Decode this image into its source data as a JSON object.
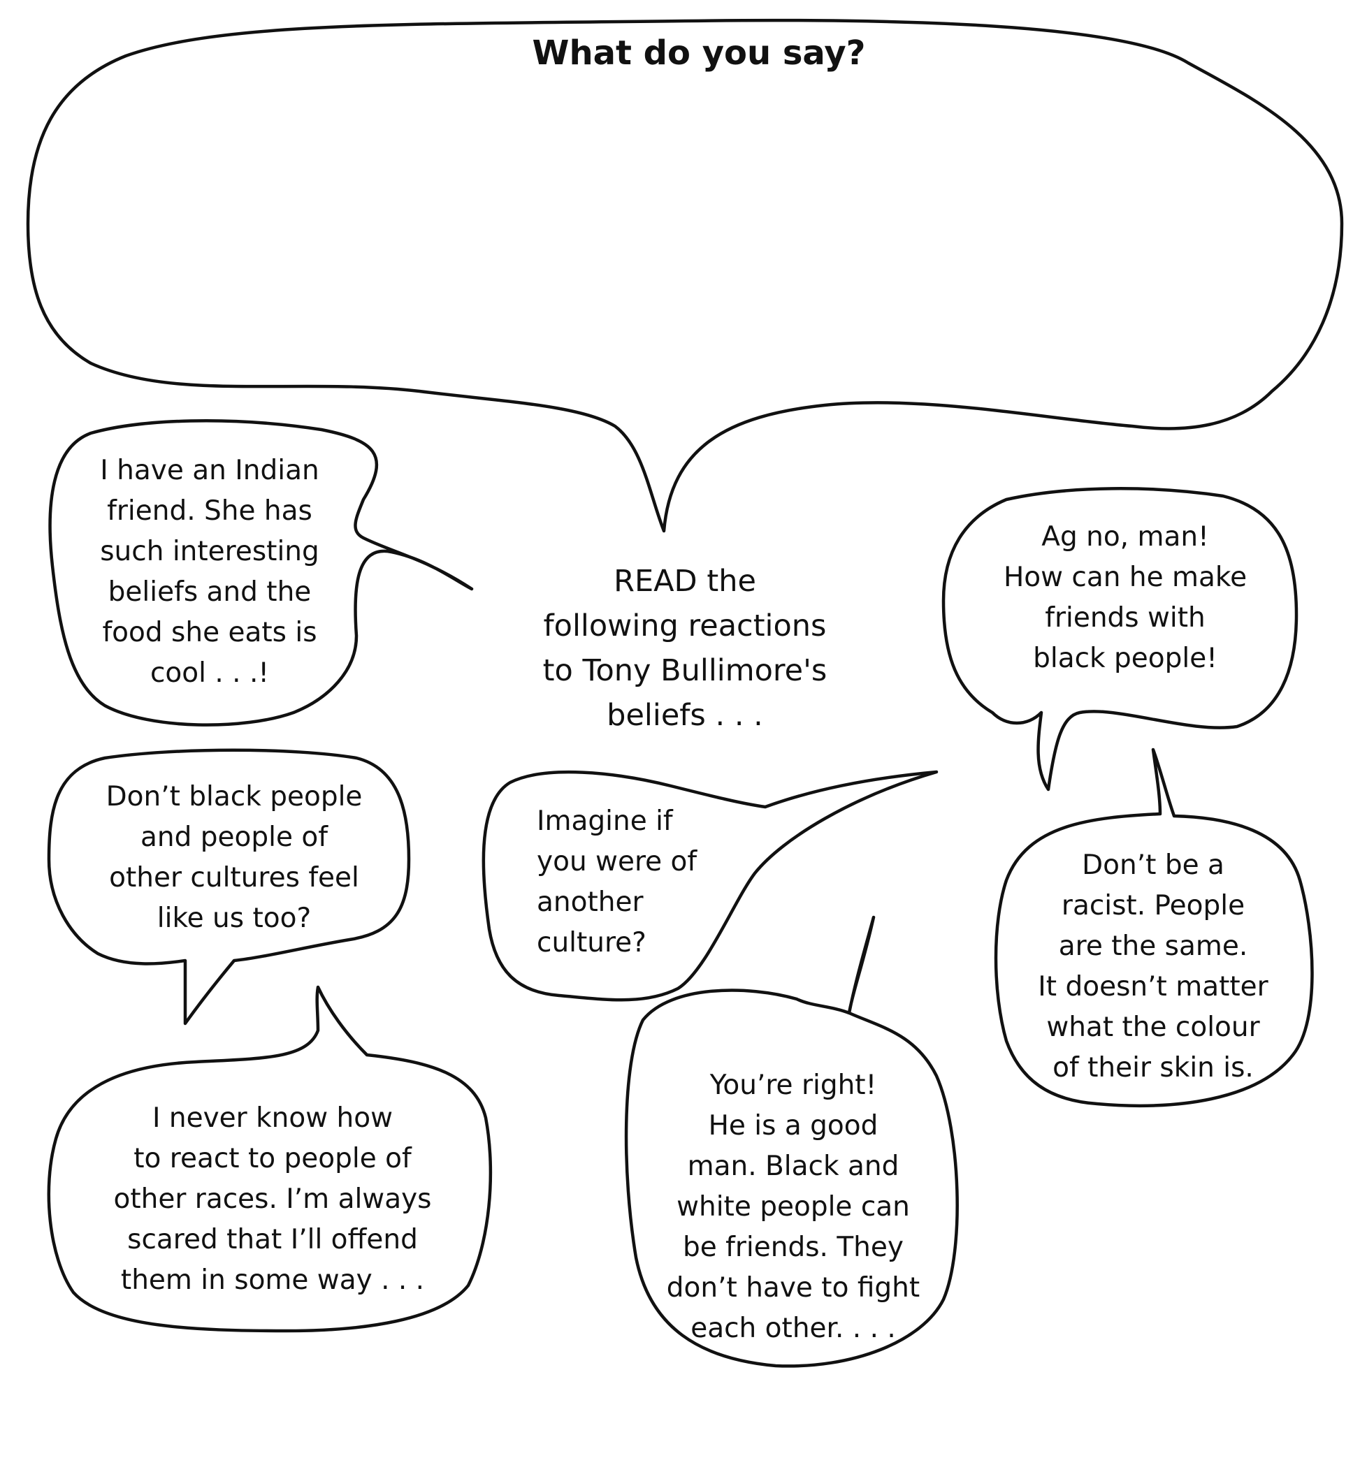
{
  "title": "What do you say?",
  "instruction": {
    "lines": [
      "READ the",
      "following reactions",
      "to Tony Bullimore's",
      "beliefs . . ."
    ]
  },
  "reactions": {
    "indian_friend": [
      "I have an Indian",
      "friend.  She has",
      "such interesting",
      "beliefs  and the",
      "food she eats is",
      "cool . . .!"
    ],
    "ag_no_man": [
      "Ag no, man!",
      "How can he make",
      "friends with",
      "black people!"
    ],
    "feel_like_us": [
      "Don’t black people",
      "and people of",
      "other cultures feel",
      "like us too?"
    ],
    "imagine": [
      "Imagine if",
      "you were of",
      "another",
      "culture?"
    ],
    "dont_be_racist": [
      "Don’t be a",
      "racist.  People",
      "are the same.",
      "It doesn’t matter",
      "what the colour",
      "of their skin is."
    ],
    "never_know": [
      "I never know how",
      "to react to people of",
      "other races.  I’m always",
      "scared that I’ll offend",
      "them in some way . . ."
    ],
    "youre_right": [
      "You’re right!",
      "He is a good",
      "man.  Black and",
      "white people can",
      "be friends.  They",
      "don’t have to fight",
      "each other. . . ."
    ]
  }
}
